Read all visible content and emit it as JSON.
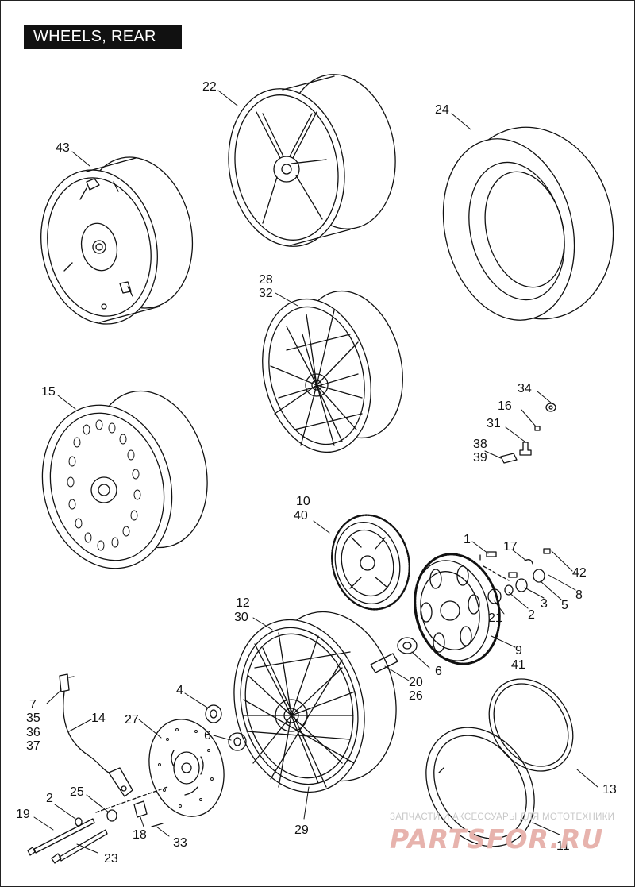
{
  "title": "WHEELS, REAR",
  "callouts": [
    {
      "key": "c43",
      "text": "43"
    },
    {
      "key": "c22",
      "text": "22"
    },
    {
      "key": "c24",
      "text": "24"
    },
    {
      "key": "c28",
      "text": "28"
    },
    {
      "key": "c32",
      "text": "32"
    },
    {
      "key": "c15",
      "text": "15"
    },
    {
      "key": "c34",
      "text": "34"
    },
    {
      "key": "c16",
      "text": "16"
    },
    {
      "key": "c31",
      "text": "31"
    },
    {
      "key": "c38",
      "text": "38"
    },
    {
      "key": "c39",
      "text": "39"
    },
    {
      "key": "c10",
      "text": "10"
    },
    {
      "key": "c40",
      "text": "40"
    },
    {
      "key": "c1",
      "text": "1"
    },
    {
      "key": "c17",
      "text": "17"
    },
    {
      "key": "c42",
      "text": "42"
    },
    {
      "key": "c8",
      "text": "8"
    },
    {
      "key": "c5",
      "text": "5"
    },
    {
      "key": "c3",
      "text": "3"
    },
    {
      "key": "c2a",
      "text": "2"
    },
    {
      "key": "c21",
      "text": "21"
    },
    {
      "key": "c12",
      "text": "12"
    },
    {
      "key": "c30",
      "text": "30"
    },
    {
      "key": "c9",
      "text": "9"
    },
    {
      "key": "c41",
      "text": "41"
    },
    {
      "key": "c6a",
      "text": "6"
    },
    {
      "key": "c20",
      "text": "20"
    },
    {
      "key": "c26",
      "text": "26"
    },
    {
      "key": "c4",
      "text": "4"
    },
    {
      "key": "c7",
      "text": "7"
    },
    {
      "key": "c35",
      "text": "35"
    },
    {
      "key": "c36",
      "text": "36"
    },
    {
      "key": "c37",
      "text": "37"
    },
    {
      "key": "c14",
      "text": "14"
    },
    {
      "key": "c27",
      "text": "27"
    },
    {
      "key": "c6b",
      "text": "6"
    },
    {
      "key": "c13",
      "text": "13"
    },
    {
      "key": "c2b",
      "text": "2"
    },
    {
      "key": "c25",
      "text": "25"
    },
    {
      "key": "c19",
      "text": "19"
    },
    {
      "key": "c18",
      "text": "18"
    },
    {
      "key": "c33",
      "text": "33"
    },
    {
      "key": "c23",
      "text": "23"
    },
    {
      "key": "c29",
      "text": "29"
    },
    {
      "key": "c11",
      "text": "11"
    }
  ],
  "watermark": {
    "line1": "ЗАПЧАСТИ И АКСЕССУАРЫ ДЛЯ МОТОТЕХНИКИ",
    "line2": "PARTSFOR.RU"
  }
}
